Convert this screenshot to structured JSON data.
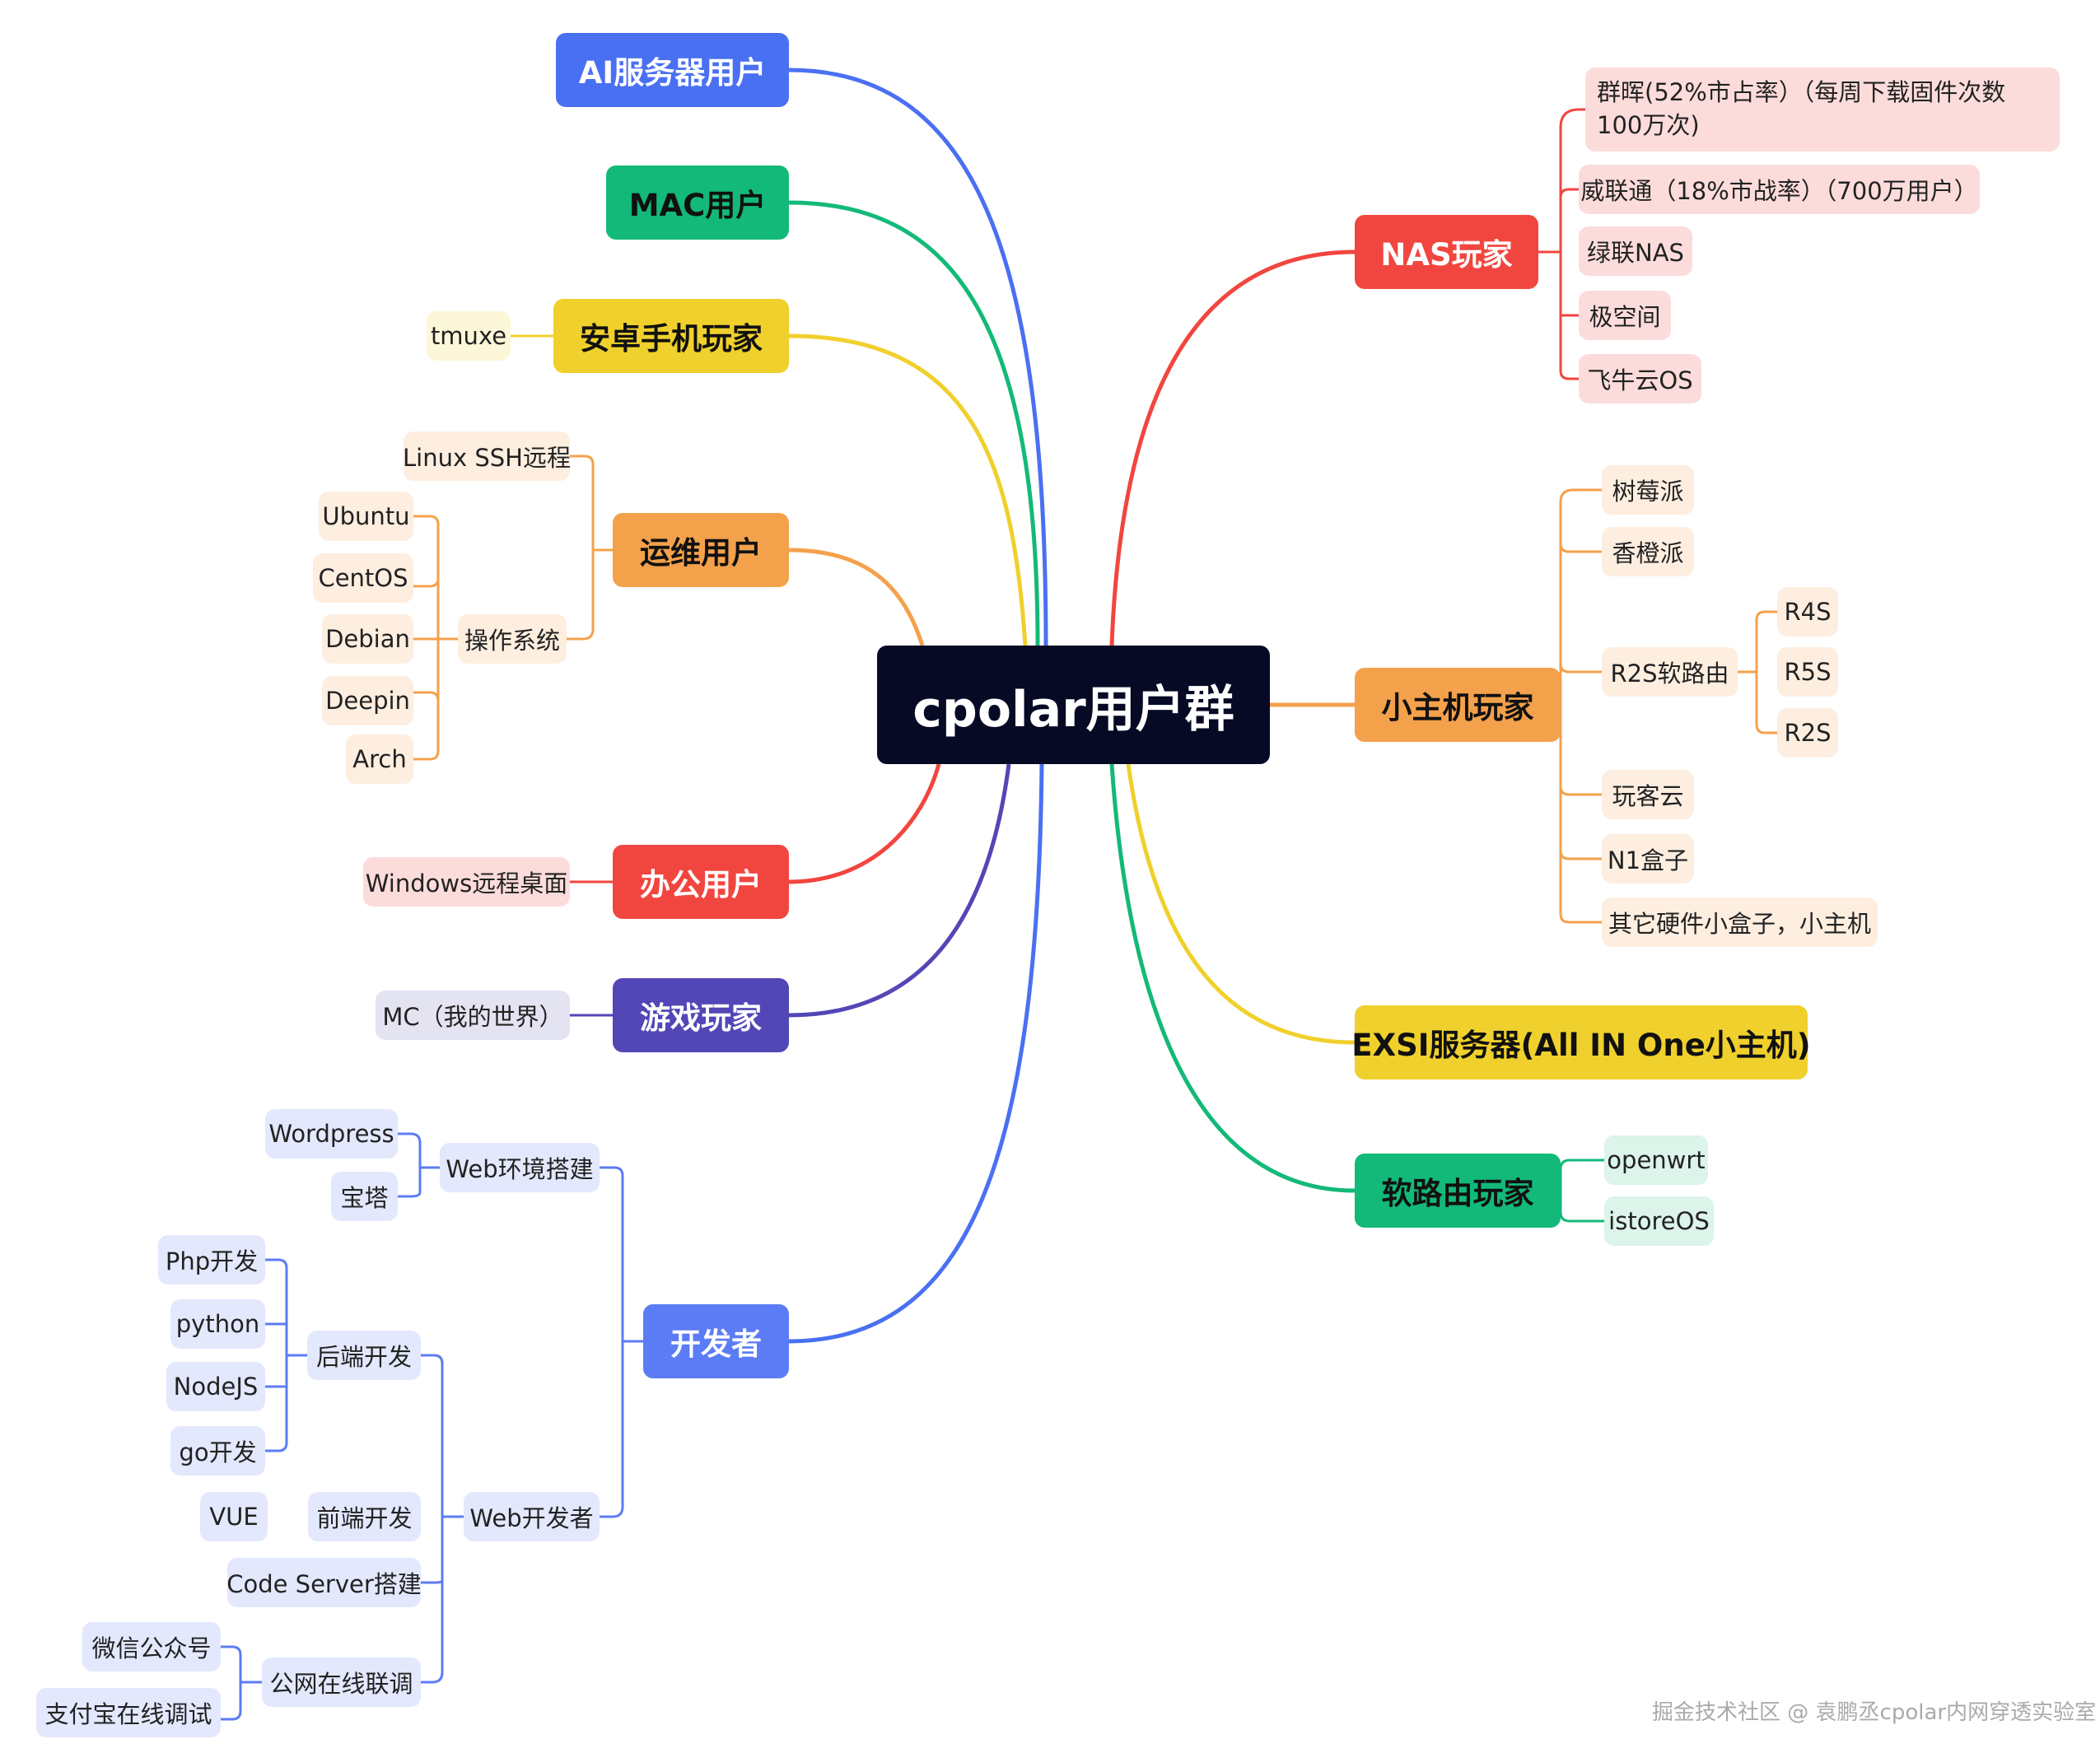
{
  "root": "cpolar用户群",
  "colors": {
    "blue": "#4a70f2",
    "green": "#13b978",
    "yellow": "#f0d02c",
    "orange": "#f4a14c",
    "red": "#f1463f",
    "purple": "#5346b6",
    "dev_blue": "#5c7cf5",
    "pale_red": "#fcdcdb",
    "pale_orange": "#fdeee0",
    "pale_yellow": "#fdf7d9",
    "pale_purple": "#e3e3f2",
    "pale_blue": "#e3e8fd",
    "pale_green": "#dcf4ea"
  },
  "left": {
    "ai": "AI服务器用户",
    "mac": "MAC用户",
    "android": {
      "label": "安卓手机玩家",
      "children": [
        "tmuxe"
      ]
    },
    "ops": {
      "label": "运维用户",
      "linux_ssh": "Linux SSH远程",
      "os": {
        "label": "操作系统",
        "children": [
          "Ubuntu",
          "CentOS",
          "Debian",
          "Deepin",
          "Arch"
        ]
      }
    },
    "office": {
      "label": "办公用户",
      "children": [
        "Windows远程桌面"
      ]
    },
    "game": {
      "label": "游戏玩家",
      "children": [
        "MC（我的世界）"
      ]
    },
    "dev": {
      "label": "开发者",
      "web_env": {
        "label": "Web环境搭建",
        "children": [
          "Wordpress",
          "宝塔"
        ]
      },
      "web_dev": {
        "label": "Web开发者",
        "backend": {
          "label": "后端开发",
          "children": [
            "Php开发",
            "python",
            "NodeJS",
            "go开发"
          ]
        },
        "frontend": {
          "label": "前端开发",
          "children": [
            "VUE"
          ]
        },
        "code_server": "Code Server搭建",
        "online_debug": {
          "label": "公网在线联调",
          "children": [
            "微信公众号",
            "支付宝在线调试"
          ]
        }
      }
    }
  },
  "right": {
    "nas": {
      "label": "NAS玩家",
      "children": [
        "群晖(52%市占率）（每周下载固件次数100万次)",
        "威联通（18%市战率）（700万用户）",
        "绿联NAS",
        "极空间",
        "飞牛云OS"
      ]
    },
    "mini": {
      "label": "小主机玩家",
      "raspi": "树莓派",
      "orange_pi": "香橙派",
      "r2s": {
        "label": "R2S软路由",
        "children": [
          "R4S",
          "R5S",
          "R2S"
        ]
      },
      "wanke": "玩客云",
      "n1": "N1盒子",
      "other": "其它硬件小盒子，小主机"
    },
    "exsi": "EXSI服务器(All IN One小主机)",
    "router": {
      "label": "软路由玩家",
      "children": [
        "openwrt",
        "istoreOS"
      ]
    }
  },
  "footer": "掘金技术社区 @ 袁鹏丞cpolar内网穿透实验室"
}
